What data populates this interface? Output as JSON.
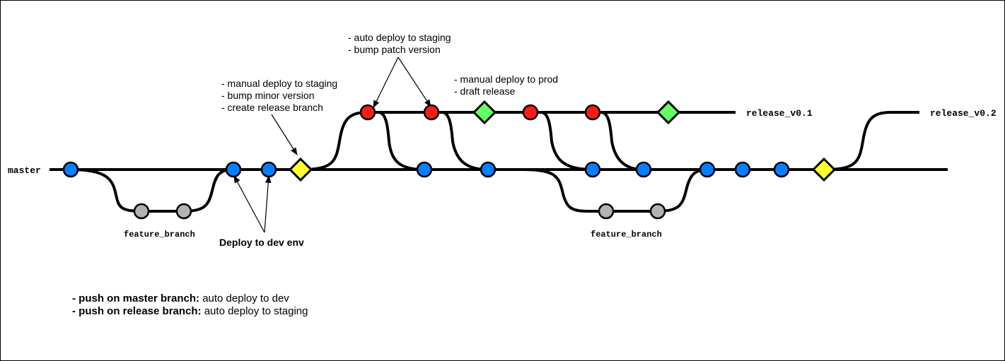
{
  "colors": {
    "master_commit": "#0a7cff",
    "feature_commit": "#b3b3b3",
    "release_commit": "#ff1a1a",
    "release_tag": "#66ff66",
    "deploy_marker": "#ffff33"
  },
  "labels": {
    "master": "master",
    "release_v01": "release_v0.1",
    "release_v02": "release_v0.2",
    "feature_branch_1": "feature_branch",
    "feature_branch_2": "feature_branch",
    "deploy_dev_env": "Deploy to dev env"
  },
  "annotations": {
    "manual_deploy_staging": [
      "- manual deploy to staging",
      "- bump minor version",
      "- create release branch"
    ],
    "auto_deploy_staging": [
      "- auto deploy to staging",
      "- bump patch version"
    ],
    "manual_deploy_prod": [
      "- manual deploy to prod",
      "- draft release"
    ]
  },
  "legend": {
    "line1_bold": "- push on master branch:",
    "line1_text": " auto deploy to dev",
    "line2_bold": "- push on release branch:",
    "line2_text": " auto deploy to staging"
  }
}
